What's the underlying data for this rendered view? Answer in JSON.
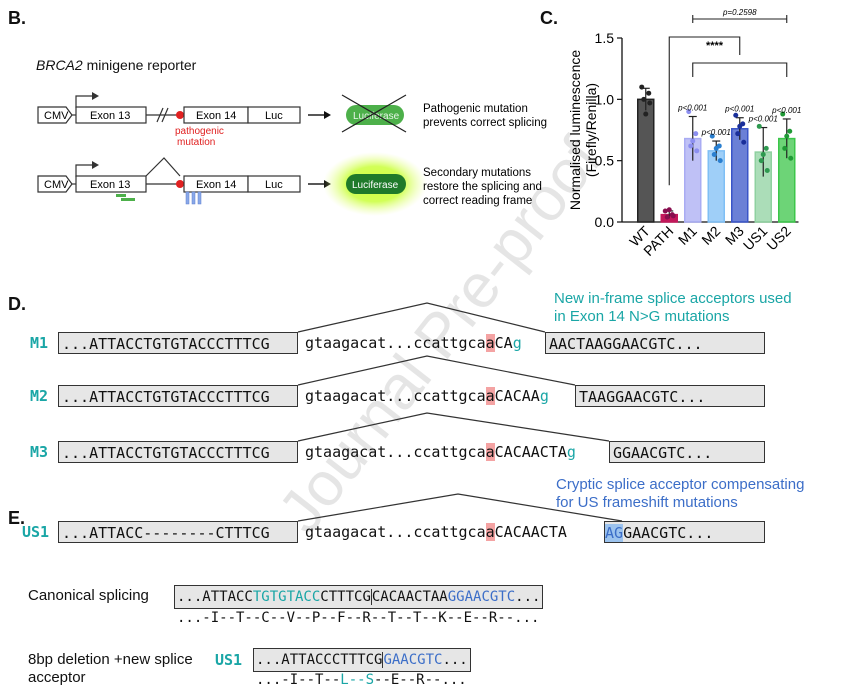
{
  "panels": {
    "B": "B.",
    "C": "C.",
    "D": "D.",
    "E": "E."
  },
  "panel_b": {
    "title_gene": "BRCA2",
    "title_rest": " minigene reporter",
    "cmv": "CMV",
    "exon13": "Exon 13",
    "exon14": "Exon 14",
    "luc": "Luc",
    "pathogenic_label_1": "pathogenic",
    "pathogenic_label_2": "mutation",
    "luciferase_crossed": "Luciferase",
    "luciferase_glow": "Luciferase",
    "desc_top_1": "Pathogenic mutation",
    "desc_top_2": "prevents correct splicing",
    "desc_bottom_1": "Secondary mutations",
    "desc_bottom_2": "restore the splicing and",
    "desc_bottom_3": "correct reading frame",
    "colors": {
      "green": "#4db04a",
      "red": "#e02020",
      "blue": "#8aa8e8"
    }
  },
  "chart_data": {
    "type": "bar",
    "categories": [
      "WT",
      "PATH",
      "M1",
      "M2",
      "M3",
      "US1",
      "US2"
    ],
    "values": [
      1.0,
      0.06,
      0.68,
      0.58,
      0.76,
      0.57,
      0.68
    ],
    "errors": [
      0.09,
      0.03,
      0.18,
      0.08,
      0.09,
      0.2,
      0.16
    ],
    "points": [
      [
        1.1,
        1.05,
        1.0,
        0.97,
        0.88
      ],
      [
        0.09,
        0.06,
        0.04,
        0.05,
        0.1
      ],
      [
        0.9,
        0.72,
        0.62,
        0.58,
        0.66
      ],
      [
        0.7,
        0.62,
        0.55,
        0.5,
        0.6
      ],
      [
        0.87,
        0.8,
        0.72,
        0.65,
        0.78
      ],
      [
        0.78,
        0.6,
        0.5,
        0.42,
        0.55
      ],
      [
        0.88,
        0.74,
        0.6,
        0.52,
        0.7
      ]
    ],
    "pvalues": [
      "",
      "",
      "p<0.001",
      "p<0.001",
      "p<0.001",
      "p<0.001",
      "p<0.001"
    ],
    "ylabel_1": "Normalised luminescence",
    "ylabel_2": "(Firefly/Renilla)",
    "ylim": [
      0,
      1.5
    ],
    "yticks": [
      "0.0",
      "0.5",
      "1.0",
      "1.5"
    ],
    "bracket_top": "p=0.2598",
    "bracket_stars": "****",
    "colors": [
      "#555555",
      "#c2185b",
      "#a9acf3",
      "#7fbff5",
      "#3a55c8",
      "#8fd1a0",
      "#3cc64a"
    ],
    "point_colors": [
      "#222222",
      "#880e4f",
      "#8c8ff0",
      "#2a7fd0",
      "#1a2f9a",
      "#2e9a50",
      "#1f9a35"
    ]
  },
  "panel_d": {
    "annotation_1": "New in-frame splice acceptors used",
    "annotation_2": "in Exon 14 N>G mutations",
    "rows": [
      {
        "label": "M1",
        "exon13": "...ATTACCTGTGTACCCTTTCG",
        "intron_a": "gtaagacat...ccattgca",
        "mut": "a",
        "intron_b": "CA",
        "g": "g",
        "exon14": "AACTAAGGAACGTC..."
      },
      {
        "label": "M2",
        "exon13": "...ATTACCTGTGTACCCTTTCG",
        "intron_a": "gtaagacat...ccattgca",
        "mut": "a",
        "intron_b": "CACAA",
        "g": "g",
        "exon14": "TAAGGAACGTC..."
      },
      {
        "label": "M3",
        "exon13": "...ATTACCTGTGTACCCTTTCG",
        "intron_a": "gtaagacat...ccattgca",
        "mut": "a",
        "intron_b": "CACAACTA",
        "g": "g",
        "exon14": "GGAACGTC..."
      }
    ]
  },
  "panel_e": {
    "annotation_1": "Cryptic splice acceptor compensating",
    "annotation_2": "for US frameshift mutations",
    "us1": {
      "label": "US1",
      "exon13": "...ATTACC--------CTTTCG",
      "intron_a": "gtaagacat...ccattgca",
      "mut": "a",
      "intron_b": "CACAACTA",
      "ag": "AG",
      "exon14": "GAACGTC..."
    },
    "canonical_label": "Canonical splicing",
    "canonical_seq_a": "...ATTACC",
    "canonical_seq_teal": "TGTGTACC",
    "canonical_seq_b": "CTTTCG",
    "canonical_seq_c": "CACAACTAA",
    "canonical_seq_blue": "GGAACGTC",
    "canonical_seq_d": "...",
    "canonical_aa": "...-I--T--C--V--P--F--R--T--T--K--E--R--...",
    "deletion_label_1": "8bp deletion +new splice",
    "deletion_label_2": "acceptor",
    "deletion_us1": "US1",
    "deletion_seq_a": "...ATTACCCTTTCG",
    "deletion_seq_blue": "GAACGTC",
    "deletion_seq_d": "...",
    "deletion_aa_a": "...-I--T--",
    "deletion_aa_teal": "L--S",
    "deletion_aa_b": "--E--R--..."
  },
  "watermark": "Journal Pre-proof"
}
